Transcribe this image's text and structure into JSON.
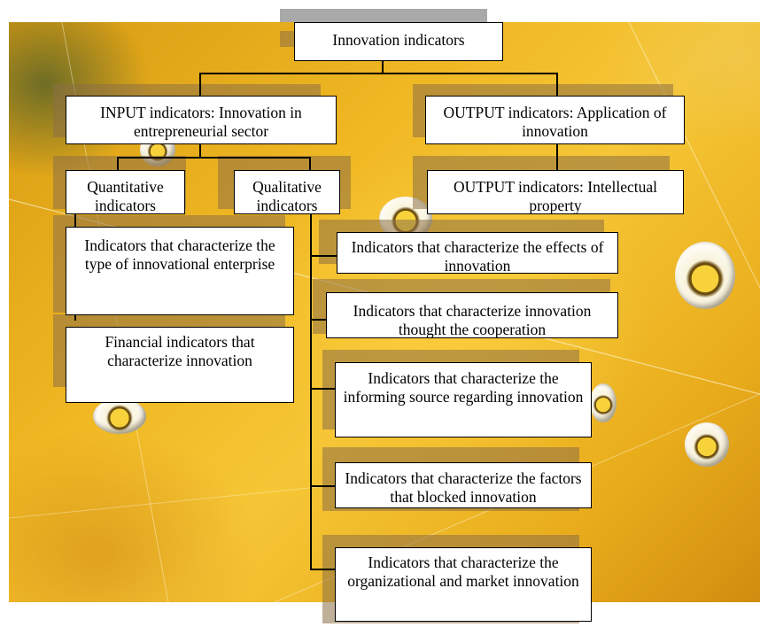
{
  "diagram": {
    "root": "Innovation indicators",
    "input": "INPUT indicators: Innovation in entrepreneurial sector",
    "output_application": "OUTPUT indicators: Application of innovation",
    "output_property": "OUTPUT indicators: Intellectual property",
    "quantitative": "Quantitative indicators",
    "qualitative": "Qualitative indicators",
    "quantitative_children": [
      "Indicators that characterize the type of innovational enterprise",
      "Financial indicators that characterize innovation"
    ],
    "qualitative_children": [
      "Indicators that characterize the effects of innovation",
      "Indicators that characterize innovation thought the cooperation",
      "Indicators that characterize the informing source regarding innovation",
      "Indicators that characterize the factors that blocked innovation",
      "Indicators that characterize the organizational and market innovation"
    ]
  },
  "colors": {
    "background": "#f0b823",
    "box_fill": "#ffffff",
    "box_border": "#000000",
    "shadow": "#8c7046"
  }
}
